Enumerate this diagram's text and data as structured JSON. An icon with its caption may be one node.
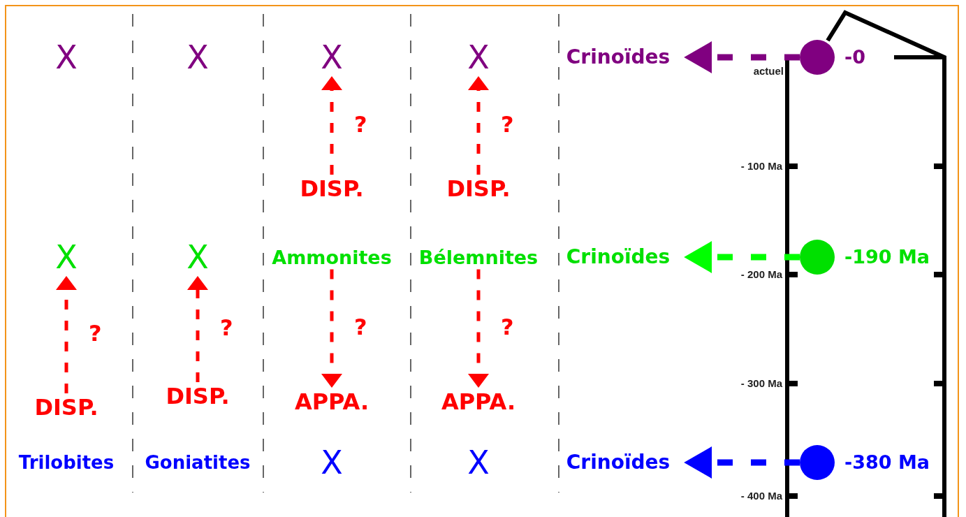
{
  "diagram": {
    "nodes": [
      {
        "text": [
          "X"
        ]
      },
      {
        "text": [
          "X"
        ]
      },
      {
        "text": [
          "X"
        ]
      },
      {
        "text": [
          "X"
        ]
      },
      {
        "text": [
          "Crinoïdes"
        ]
      },
      {
        "text": [],
        "shape": "circle",
        "beside": [
          "-0"
        ]
      },
      {
        "text": [
          "DISP."
        ]
      },
      {
        "text": [
          "DISP."
        ]
      },
      {
        "text": [
          "X"
        ]
      },
      {
        "text": [
          "X"
        ]
      },
      {
        "text": [
          "Ammonites"
        ]
      },
      {
        "text": [
          "Bélemnites"
        ]
      },
      {
        "text": [
          "Crinoïdes"
        ]
      },
      {
        "text": [],
        "shape": "circle",
        "beside": [
          "-190 Ma"
        ]
      },
      {
        "text": [
          "DISP."
        ]
      },
      {
        "text": [
          "DISP."
        ]
      },
      {
        "text": [
          "APPA."
        ]
      },
      {
        "text": [
          "APPA."
        ]
      },
      {
        "text": [
          "Trilobites"
        ]
      },
      {
        "text": [
          "Goniatites"
        ]
      },
      {
        "text": [
          "X"
        ]
      },
      {
        "text": [
          "X"
        ]
      },
      {
        "text": [
          "Crinoïdes"
        ]
      },
      {
        "text": [],
        "shape": "circle",
        "beside": [
          "-380 Ma"
        ]
      }
    ],
    "edges": [
      {
        "from": 5,
        "to": 4,
        "arrow": "to",
        "style": "dashed",
        "color": "#800080"
      },
      {
        "from": 6,
        "to": 2,
        "arrow": "to",
        "label": "?",
        "style": "dashed"
      },
      {
        "from": 7,
        "to": 3,
        "arrow": "to",
        "label": "?",
        "style": "dashed"
      },
      {
        "from": 13,
        "to": 12,
        "arrow": "to",
        "style": "dashed",
        "color": "#00ff00"
      },
      {
        "from": 14,
        "to": 8,
        "arrow": "to",
        "label": "?",
        "style": "dashed"
      },
      {
        "from": 15,
        "to": 9,
        "arrow": "to",
        "label": "?",
        "style": "dashed"
      },
      {
        "from": 10,
        "to": 16,
        "arrow": "to",
        "label": "?",
        "style": "dashed"
      },
      {
        "from": 11,
        "to": 17,
        "arrow": "to",
        "label": "?",
        "style": "dashed"
      },
      {
        "from": 23,
        "to": 22,
        "arrow": "to",
        "style": "dashed",
        "color": "#0000ff"
      }
    ],
    "labels": [
      "actuel",
      "- 100 Ma",
      "- 200 Ma",
      "- 300 Ma",
      "- 400 Ma"
    ]
  }
}
